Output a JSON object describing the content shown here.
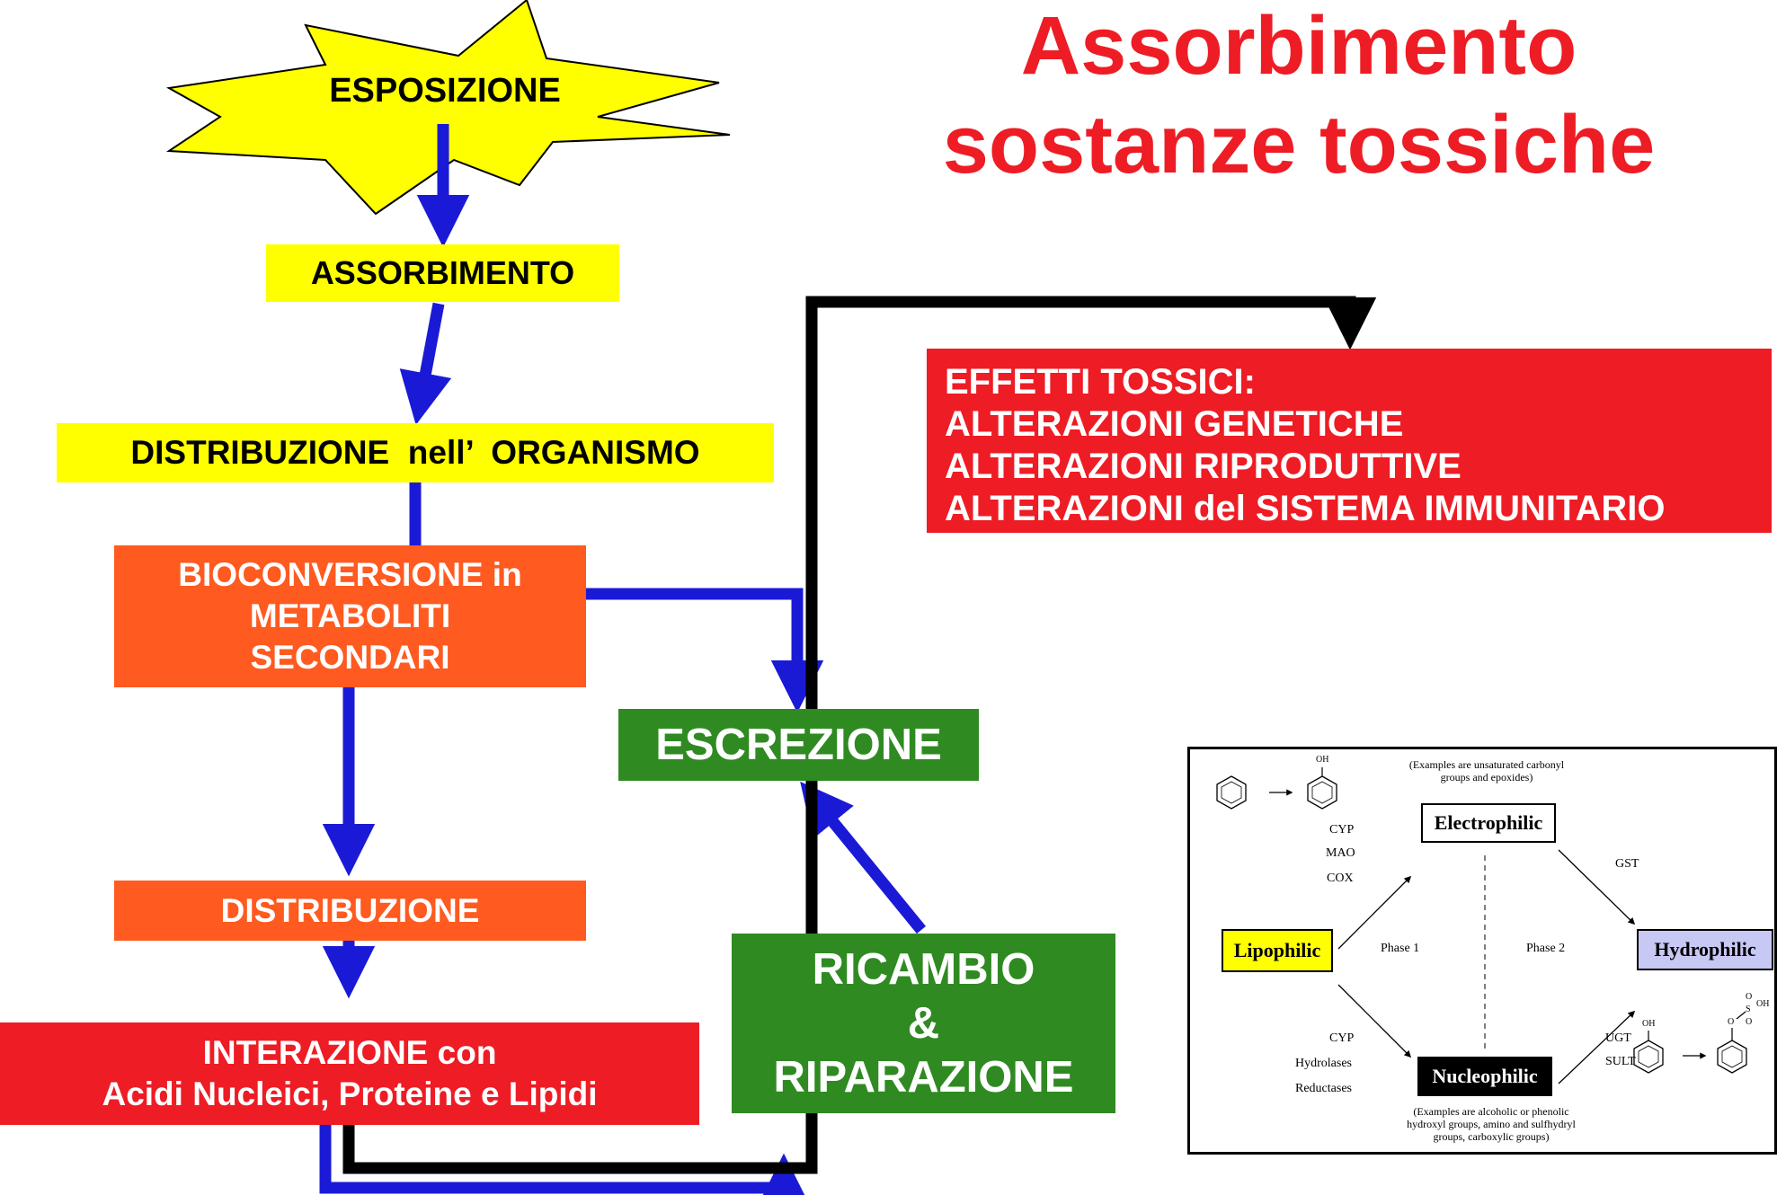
{
  "title": {
    "line1": "Assorbimento",
    "line2": "sostanze tossiche"
  },
  "flow": {
    "esposizione": "ESPOSIZIONE",
    "assorbimento": "ASSORBIMENTO",
    "distribuzione_organismo": "DISTRIBUZIONE  nell’  ORGANISMO",
    "bioconversione": [
      "BIOCONVERSIONE in",
      "METABOLITI",
      "SECONDARI"
    ],
    "distribuzione": "DISTRIBUZIONE",
    "interazione": [
      "INTERAZIONE con",
      "Acidi Nucleici, Proteine e Lipidi"
    ],
    "escrezione": "ESCREZIONE",
    "ricambio": [
      "RICAMBIO",
      "&",
      "RIPARAZIONE"
    ]
  },
  "effetti": [
    "EFFETTI TOSSICI:",
    "ALTERAZIONI GENETICHE",
    "ALTERAZIONI RIPRODUTTIVE",
    "ALTERAZIONI del SISTEMA IMMUNITARIO"
  ],
  "inset": {
    "lipophilic": "Lipophilic",
    "electrophilic": "Electrophilic",
    "nucleophilic": "Nucleophilic",
    "hydrophilic": "Hydrophilic",
    "phase1": "Phase 1",
    "phase2": "Phase 2",
    "enzymes_top": [
      "CYP",
      "MAO",
      "COX"
    ],
    "enzymes_bottom": [
      "CYP",
      "Hydrolases",
      "Reductases"
    ],
    "gst": "GST",
    "ugt_sult": [
      "UGT",
      "SULT"
    ],
    "oh": "OH",
    "note_top": [
      "(Examples are unsaturated carbonyl",
      "groups and epoxides)"
    ],
    "note_bottom": [
      "(Examples are alcoholic or phenolic",
      "hydroxyl groups, amino and sulfhydryl",
      "groups, carboxylic groups)"
    ],
    "sulfate": {
      "o1": "O",
      "s": "S",
      "o2": "O",
      "o3": "O",
      "oh": "OH"
    }
  },
  "colors": {
    "yellow": "#ffff00",
    "orange": "#ff5a1f",
    "red": "#ee1c24",
    "green": "#2f8a22",
    "blue_arrow": "#1a1ad6",
    "black_arrow": "#000000",
    "hydrophilic_fill": "#c8c8f5"
  }
}
